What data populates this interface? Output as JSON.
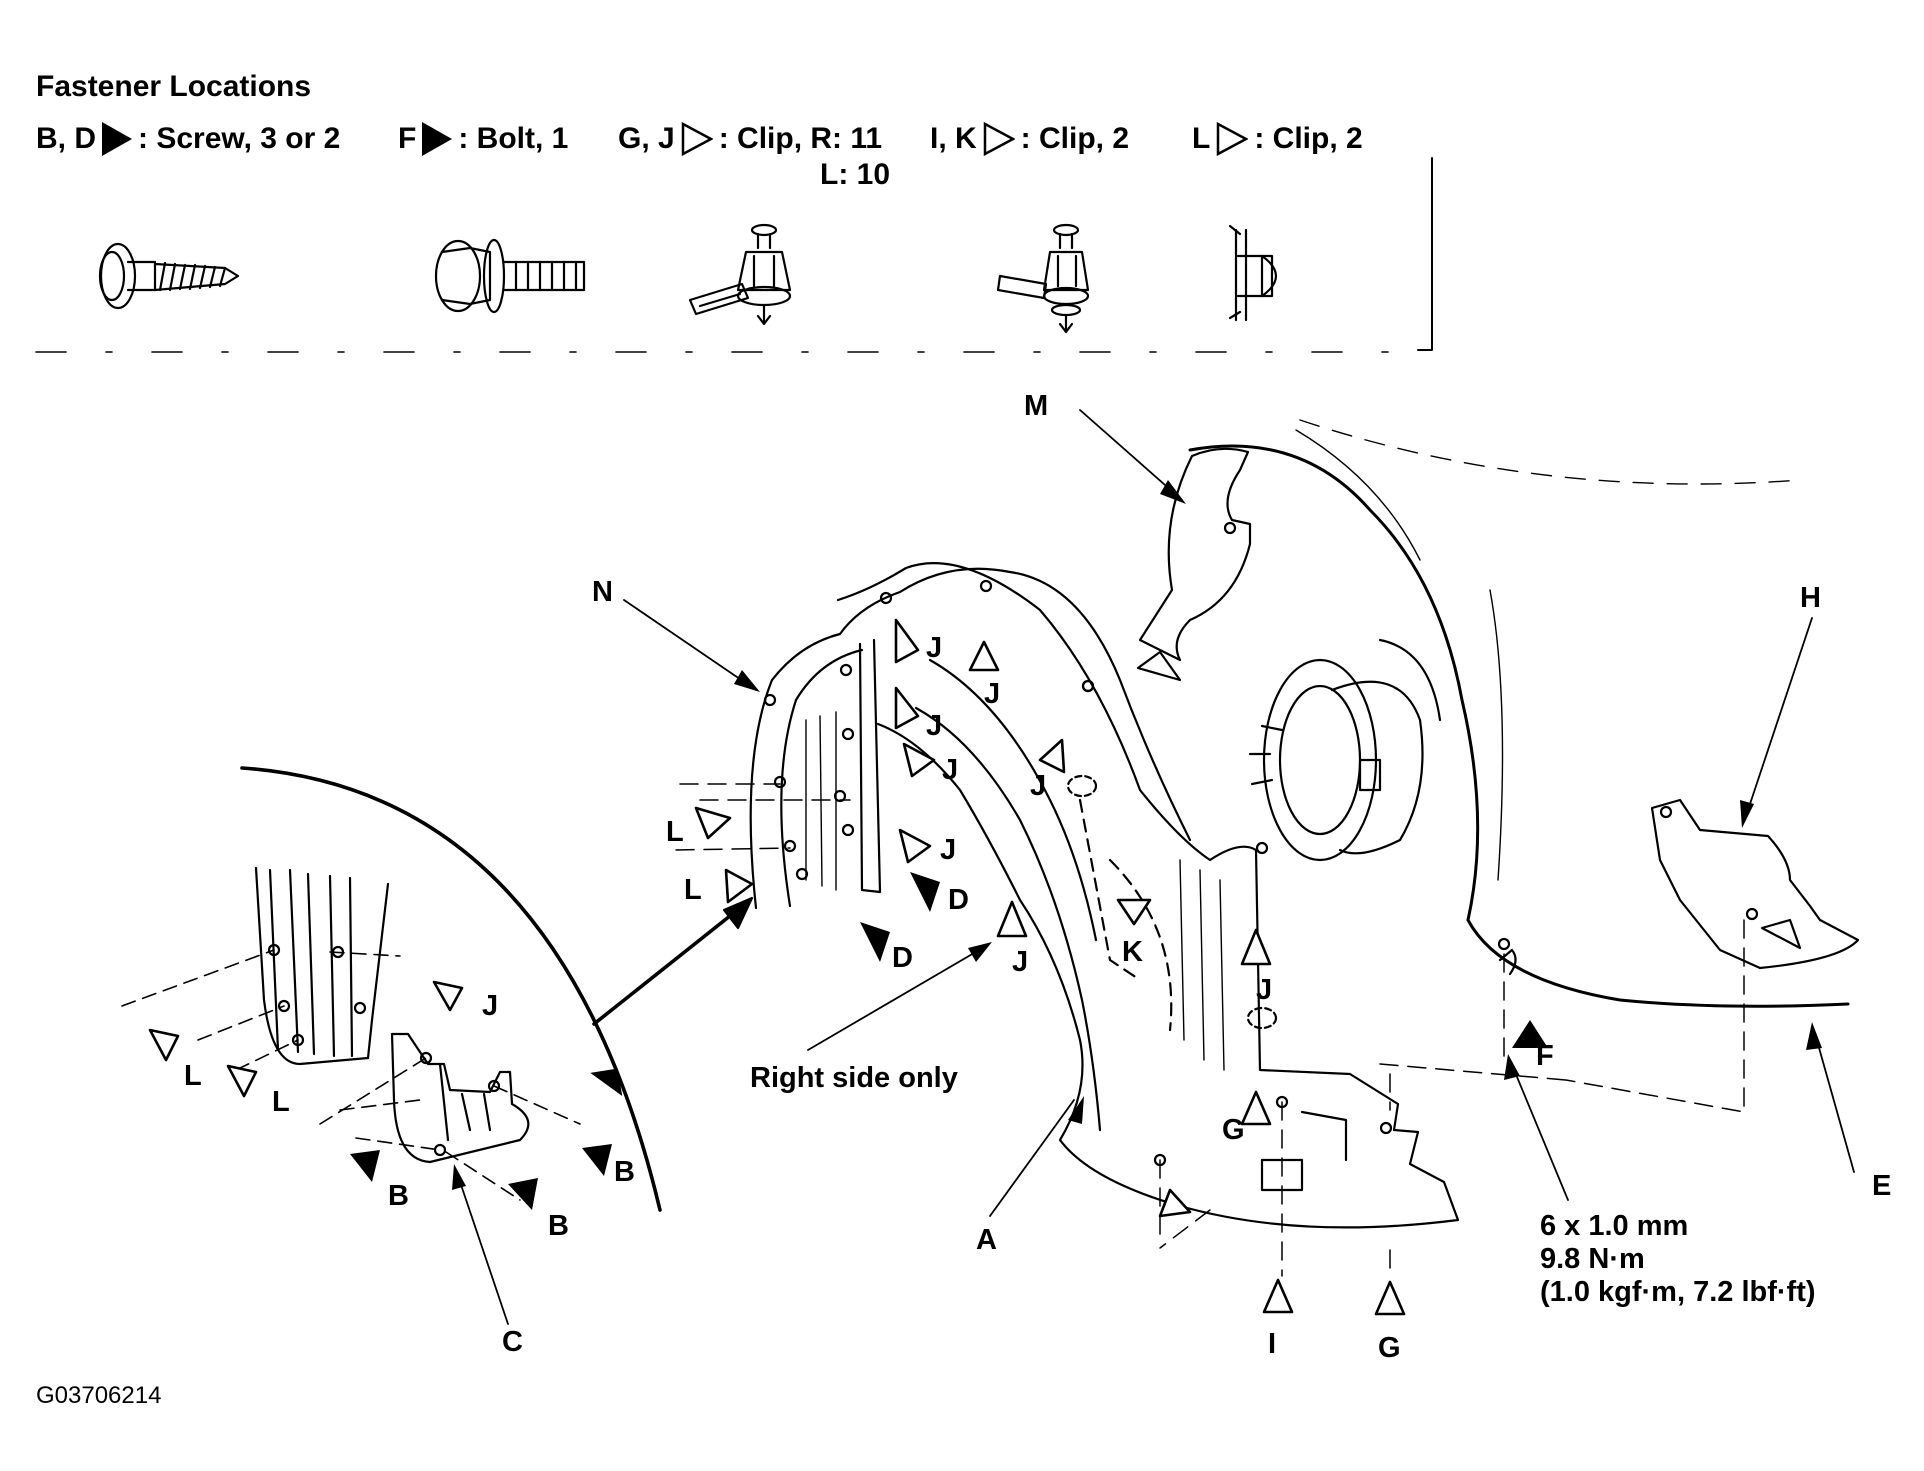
{
  "header": {
    "title": "Fastener Locations"
  },
  "legend": [
    {
      "ids": "B, D",
      "marker": "filled-triangle",
      "desc": ": Screw, 3 or 2"
    },
    {
      "ids": "F",
      "marker": "filled-triangle",
      "desc": ": Bolt, 1"
    },
    {
      "ids": "G, J",
      "marker": "open-triangle",
      "desc": ": Clip, R: 11",
      "desc2": "L: 10"
    },
    {
      "ids": "I, K",
      "marker": "open-triangle",
      "desc": ": Clip, 2"
    },
    {
      "ids": "L",
      "marker": "open-triangle",
      "desc": ": Clip, 2"
    }
  ],
  "part_labels": {
    "A": "A",
    "C": "C",
    "E": "E",
    "H": "H",
    "M": "M",
    "N": "N"
  },
  "fastener_labels": {
    "J": "J",
    "L": "L",
    "D": "D",
    "K": "K",
    "G": "G",
    "I": "I",
    "B": "B",
    "F": "F"
  },
  "notes": {
    "right_side_only": "Right side only"
  },
  "bolt_spec": {
    "line1": "6 x 1.0 mm",
    "line2": "9.8 N·m",
    "line3": "(1.0 kgf·m, 7.2 lbf·ft)"
  },
  "figure_code": "G03706214",
  "icons": [
    "screw-icon",
    "bolt-icon",
    "clip-gj-icon",
    "clip-ik-icon",
    "clip-l-icon",
    "filled-triangle-icon",
    "open-triangle-icon"
  ]
}
